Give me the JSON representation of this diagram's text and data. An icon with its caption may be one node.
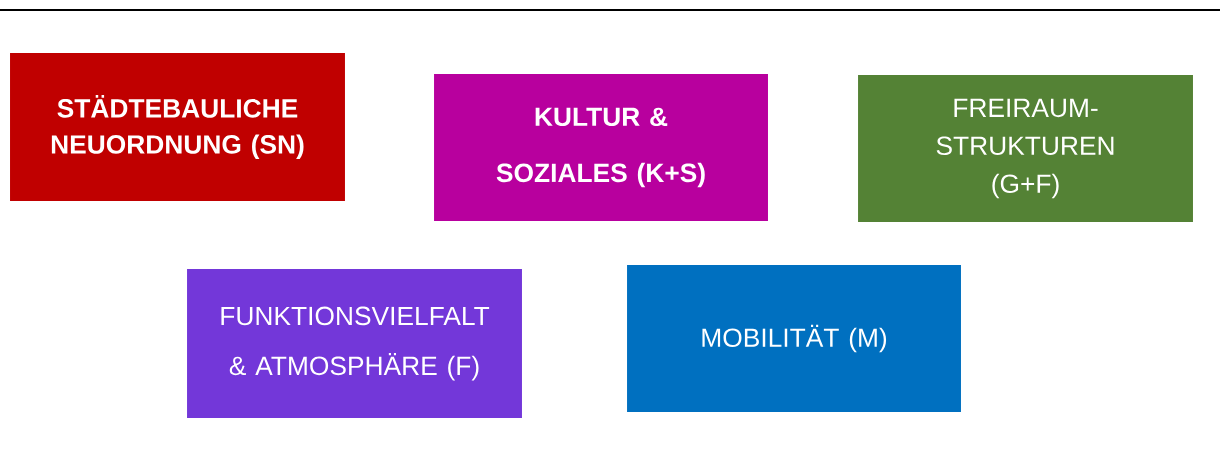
{
  "diagram": {
    "nodes": [
      {
        "text": [
          "STÄDTEBAULICHE NEUORDNUNG (SN)"
        ]
      },
      {
        "text": [
          "KULTUR & SOZIALES (K+S)"
        ]
      },
      {
        "text": [
          "FREIRAUM-STRUKTUREN (G+F)"
        ]
      },
      {
        "text": [
          "FUNKTIONSVIELFALT & ATMOSPHÄRE (F)"
        ]
      },
      {
        "text": [
          "MOBILITÄT (M)"
        ]
      }
    ]
  }
}
